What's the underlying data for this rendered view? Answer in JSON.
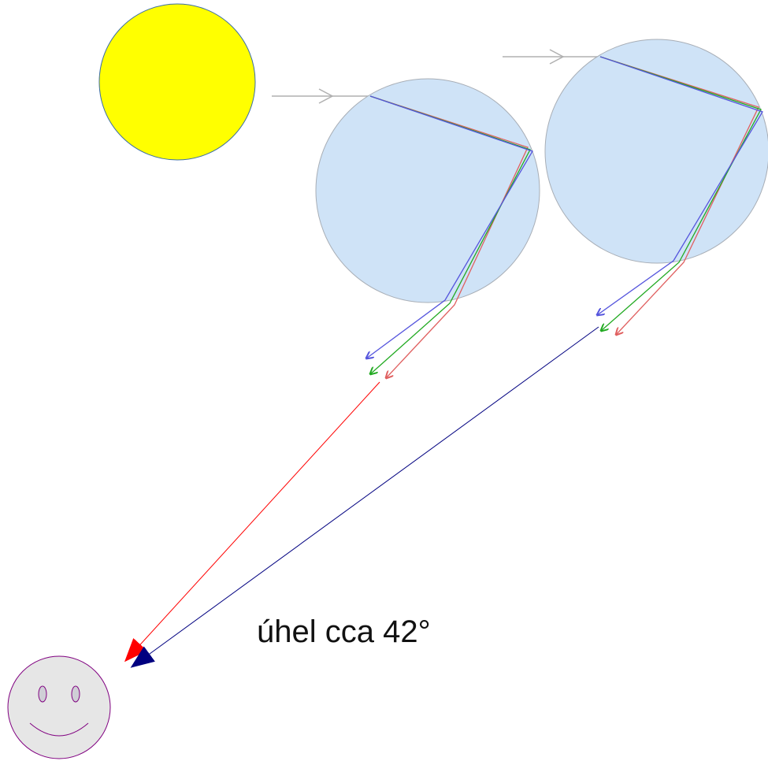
{
  "label": {
    "angle_text": "úhel cca 42°"
  },
  "colors": {
    "sun_fill": "#ffff00",
    "sun_stroke": "#3c6ea6",
    "drop_fill": "#cfe3f7",
    "drop_stroke": "#a8aeb6",
    "ray_red": "#e03030",
    "ray_green": "#22aa22",
    "ray_blue": "#4444dd",
    "incoming_ray": "#b0b0b0",
    "sight_red": "#ff0000",
    "sight_blue": "#000080",
    "face_fill": "#e6e6e6",
    "face_stroke": "#800080"
  },
  "icons": [
    "sun",
    "raindrop",
    "raindrop",
    "smiley-face-observer"
  ]
}
